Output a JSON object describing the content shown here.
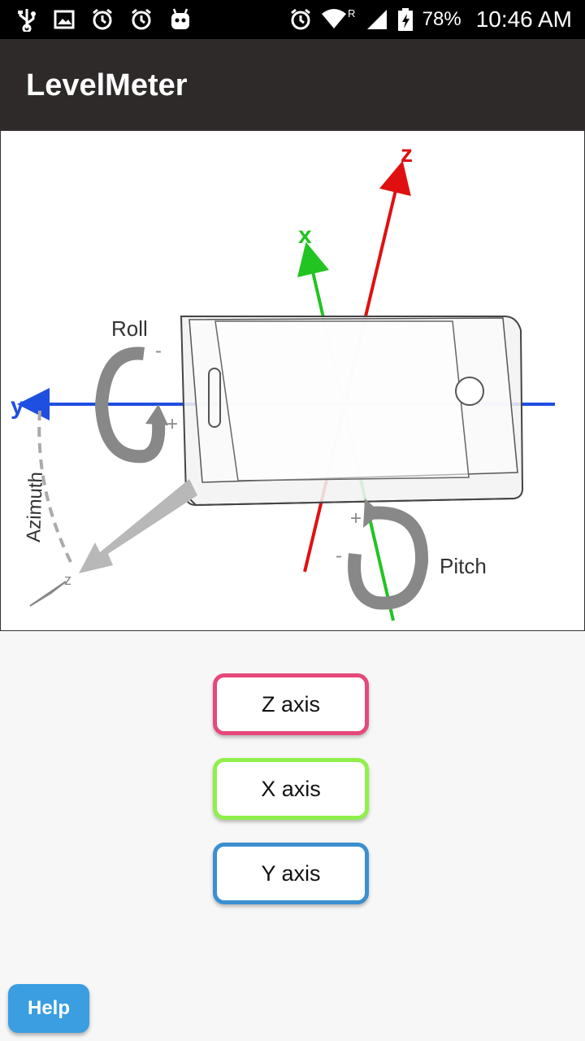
{
  "status_bar": {
    "battery_percent": "78%",
    "time": "10:46 AM",
    "network_indicator": "R",
    "icons": [
      "usb-icon",
      "image-icon",
      "alarm-icon",
      "alarm-icon",
      "android-icon",
      "alarm-icon",
      "wifi-icon",
      "signal-icon",
      "battery-charging-icon"
    ]
  },
  "app_bar": {
    "title": "LevelMeter"
  },
  "diagram": {
    "labels": {
      "z": "z",
      "x": "x",
      "y": "y",
      "roll": "Roll",
      "pitch": "Pitch",
      "azimuth": "Azimuth",
      "azimuth_z": "z",
      "minus": "-",
      "plus": "+"
    },
    "colors": {
      "z_axis": "#e01010",
      "x_axis": "#22c422",
      "y_axis": "#1f4fe0"
    }
  },
  "buttons": {
    "z_axis": {
      "label": "Z axis",
      "border_color": "#e5487a"
    },
    "x_axis": {
      "label": "X axis",
      "border_color": "#8ff04a"
    },
    "y_axis": {
      "label": "Y axis",
      "border_color": "#3b8fd0"
    },
    "help": {
      "label": "Help",
      "color": "#3a9ee0"
    }
  }
}
